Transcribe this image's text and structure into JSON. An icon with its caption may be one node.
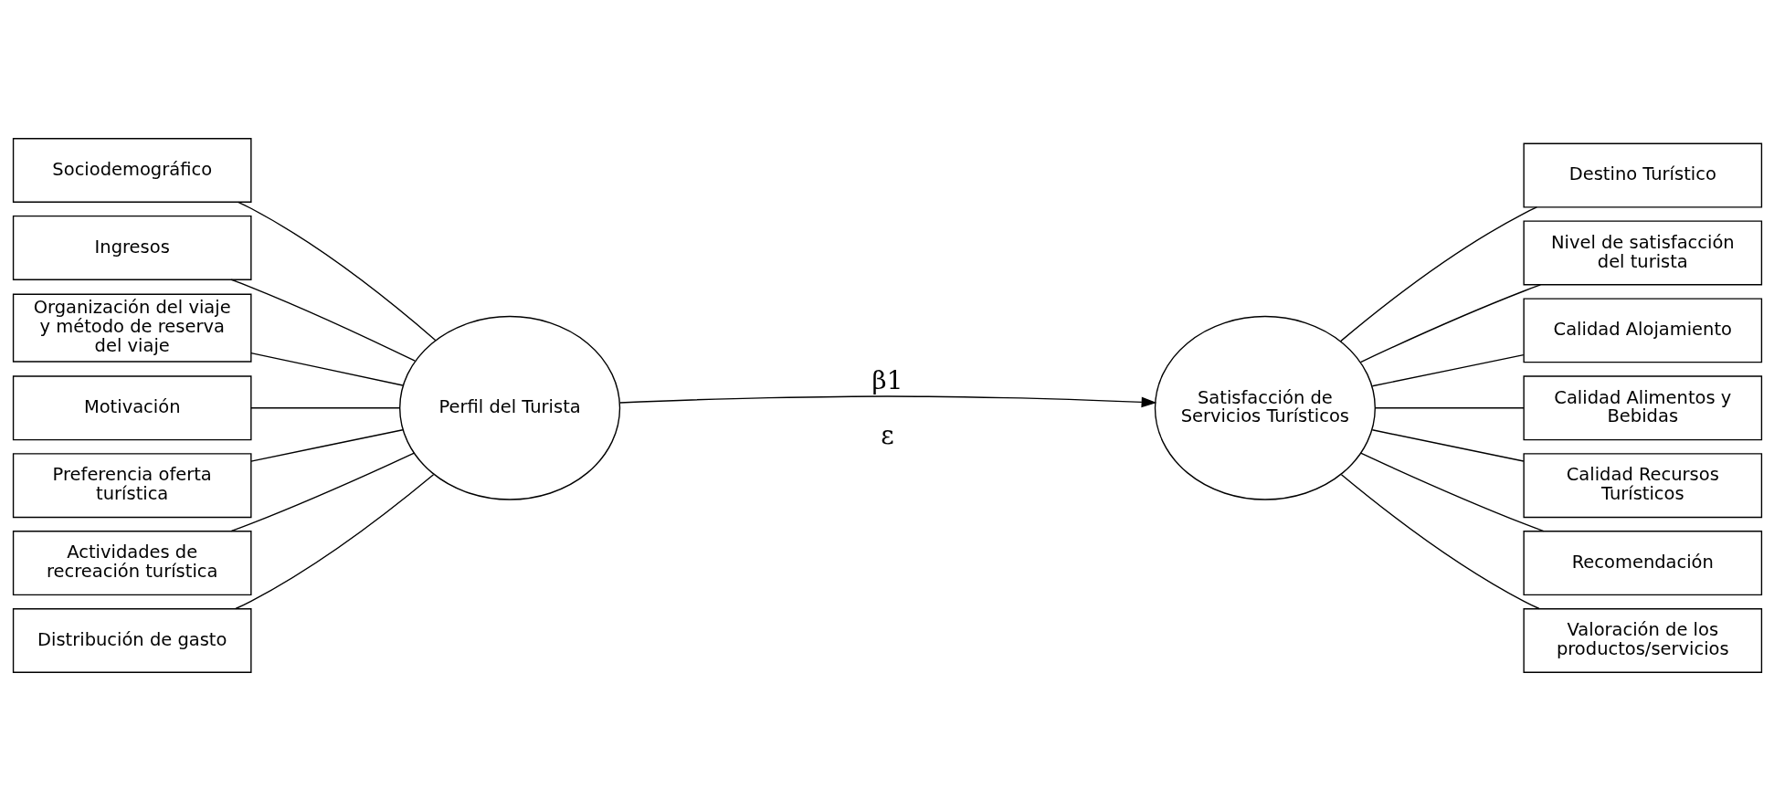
{
  "diagram": {
    "nodes": [
      {
        "text": [
          "Sociodemográfico"
        ]
      },
      {
        "text": [
          "Ingresos"
        ]
      },
      {
        "text": [
          "Organización del viaje y método de reserva del viaje"
        ]
      },
      {
        "text": [
          "Motivación"
        ]
      },
      {
        "text": [
          "Preferencia oferta turística"
        ]
      },
      {
        "text": [
          "Actividades de recreación turística"
        ]
      },
      {
        "text": [
          "Distribución de gasto"
        ]
      },
      {
        "text": [
          "Perfil del Turista"
        ]
      },
      {
        "text": [
          "Satisfacción de Servicios Turísticos"
        ]
      },
      {
        "text": [
          "Destino Turístico"
        ]
      },
      {
        "text": [
          "Nivel de satisfacción del turista"
        ]
      },
      {
        "text": [
          "Calidad Alojamiento"
        ]
      },
      {
        "text": [
          "Calidad Alimentos y Bebidas"
        ]
      },
      {
        "text": [
          "Calidad Recursos Turísticos"
        ]
      },
      {
        "text": [
          "Recomendación"
        ]
      },
      {
        "text": [
          "Valoración de los productos/servicios"
        ]
      }
    ],
    "edges": [
      {
        "from": 0,
        "to": 7,
        "arrow": "none"
      },
      {
        "from": 1,
        "to": 7,
        "arrow": "none"
      },
      {
        "from": 2,
        "to": 7,
        "arrow": "none"
      },
      {
        "from": 3,
        "to": 7,
        "arrow": "none"
      },
      {
        "from": 4,
        "to": 7,
        "arrow": "none"
      },
      {
        "from": 5,
        "to": 7,
        "arrow": "none"
      },
      {
        "from": 6,
        "to": 7,
        "arrow": "none"
      },
      {
        "from": 7,
        "to": 8,
        "arrow": "to",
        "label": "β1"
      },
      {
        "from": 8,
        "to": 9,
        "arrow": "none"
      },
      {
        "from": 8,
        "to": 10,
        "arrow": "none"
      },
      {
        "from": 8,
        "to": 11,
        "arrow": "none"
      },
      {
        "from": 8,
        "to": 12,
        "arrow": "none"
      },
      {
        "from": 8,
        "to": 13,
        "arrow": "none"
      },
      {
        "from": 8,
        "to": 14,
        "arrow": "none"
      },
      {
        "from": 8,
        "to": 15,
        "arrow": "none"
      }
    ],
    "labels": [
      "ε"
    ]
  }
}
